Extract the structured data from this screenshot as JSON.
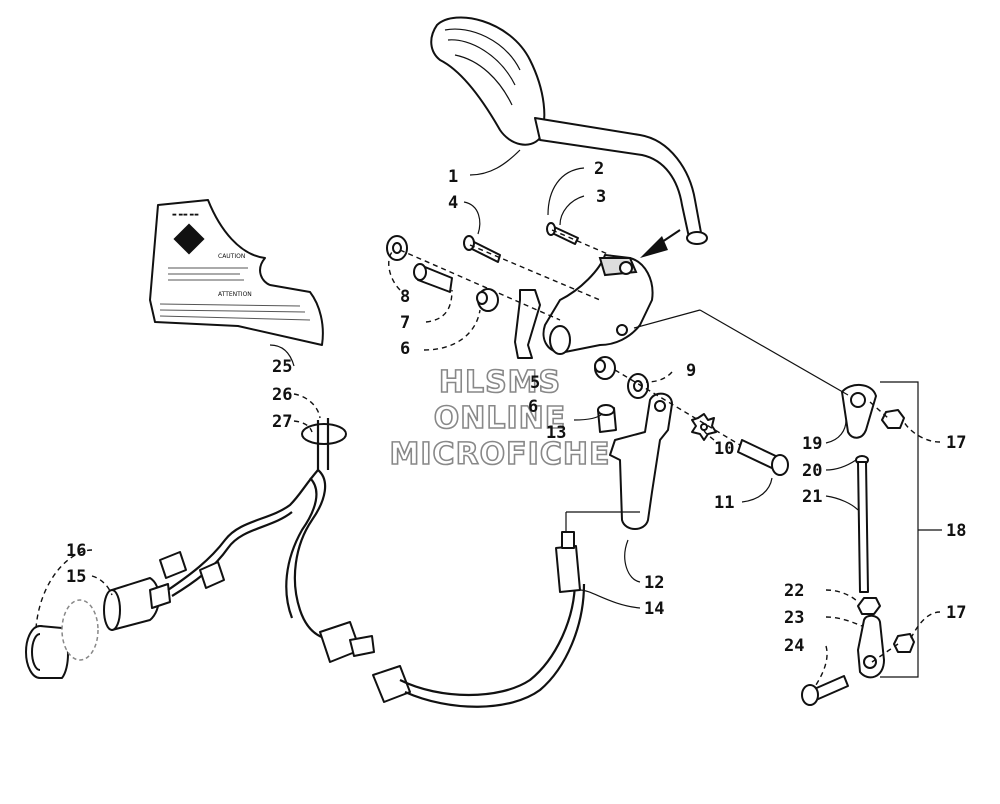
{
  "watermark": {
    "line1": "HLSMS",
    "line2": "ONLINE",
    "line3": "MICROFICHE"
  },
  "decal": {
    "caution": "CAUTION",
    "attention": "ATTENTION"
  },
  "callouts": [
    {
      "id": "c1",
      "label": "1"
    },
    {
      "id": "c2",
      "label": "2"
    },
    {
      "id": "c3",
      "label": "3"
    },
    {
      "id": "c4",
      "label": "4"
    },
    {
      "id": "c5",
      "label": "5"
    },
    {
      "id": "c6a",
      "label": "6"
    },
    {
      "id": "c6b",
      "label": "6"
    },
    {
      "id": "c7",
      "label": "7"
    },
    {
      "id": "c8",
      "label": "8"
    },
    {
      "id": "c9",
      "label": "9"
    },
    {
      "id": "c10",
      "label": "10"
    },
    {
      "id": "c11",
      "label": "11"
    },
    {
      "id": "c12",
      "label": "12"
    },
    {
      "id": "c13",
      "label": "13"
    },
    {
      "id": "c14",
      "label": "14"
    },
    {
      "id": "c15",
      "label": "15"
    },
    {
      "id": "c16",
      "label": "16"
    },
    {
      "id": "c17a",
      "label": "17"
    },
    {
      "id": "c17b",
      "label": "17"
    },
    {
      "id": "c18",
      "label": "18"
    },
    {
      "id": "c19",
      "label": "19"
    },
    {
      "id": "c20",
      "label": "20"
    },
    {
      "id": "c21",
      "label": "21"
    },
    {
      "id": "c22",
      "label": "22"
    },
    {
      "id": "c23",
      "label": "23"
    },
    {
      "id": "c24",
      "label": "24"
    },
    {
      "id": "c25",
      "label": "25"
    },
    {
      "id": "c26",
      "label": "26"
    },
    {
      "id": "c27",
      "label": "27"
    }
  ]
}
